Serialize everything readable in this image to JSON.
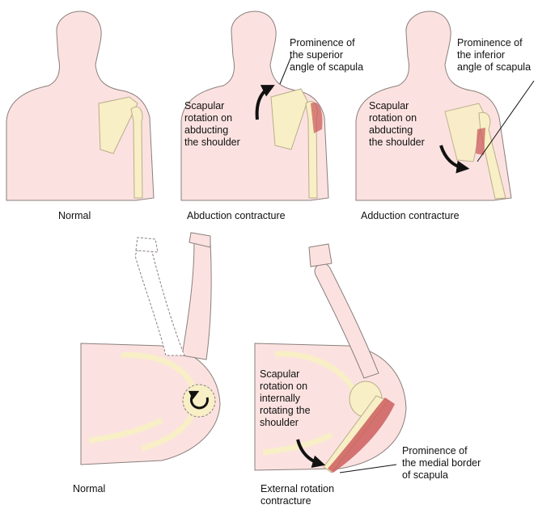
{
  "panels": {
    "top_normal": {
      "caption": "Normal"
    },
    "top_abduction_1": {
      "caption": "Abduction contracture",
      "rotation_note": "Scapular\nrotation on\nabducting\nthe shoulder",
      "callout": "Prominence of\nthe superior\nangle of scapula"
    },
    "top_abduction_2": {
      "caption": "Adduction contracture",
      "rotation_note": "Scapular\nrotation on\nabducting\nthe shoulder",
      "callout": "Prominence of\nthe inferior\nangle of scapula"
    },
    "bottom_normal": {
      "caption": "Normal"
    },
    "bottom_external": {
      "caption": "External rotation\ncontracture",
      "rotation_note": "Scapular\nrotation on\ninternally\nrotating the\nshoulder",
      "callout": "Prominence of\nthe medial border\nof scapula"
    }
  },
  "colors": {
    "skin": "#fbe2e0",
    "outline": "#8a7f7c",
    "bone": "#f8efc6",
    "bone_outline": "#b9ad8a",
    "muscle": "#cc5e5e",
    "arrow": "#111111"
  },
  "icons": [
    "rotation-arrow-icon",
    "circular-arrow-icon"
  ]
}
